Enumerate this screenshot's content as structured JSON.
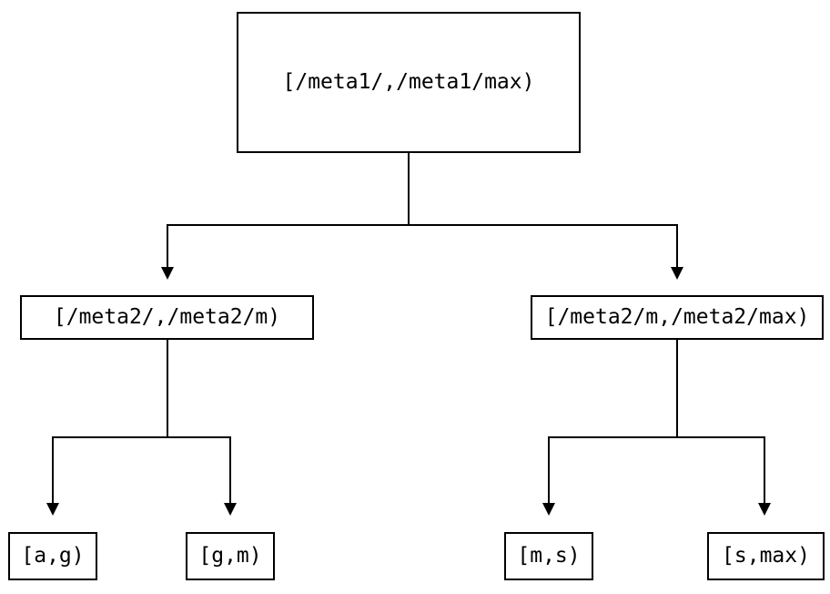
{
  "colors": {
    "background": "#ffffff",
    "line": "#000000",
    "node_border": "#000000",
    "node_fill": "#ffffff",
    "text": "#000000"
  },
  "icons": {
    "arrow_down_icon": "▼"
  },
  "tree": {
    "root": {
      "label": "[/meta1/,/meta1/max)"
    },
    "children": [
      {
        "label": "[/meta2/,/meta2/m)",
        "children": [
          {
            "label": "[a,g)"
          },
          {
            "label": "[g,m)"
          }
        ]
      },
      {
        "label": "[/meta2/m,/meta2/max)",
        "children": [
          {
            "label": "[m,s)"
          },
          {
            "label": "[s,max)"
          }
        ]
      }
    ]
  }
}
